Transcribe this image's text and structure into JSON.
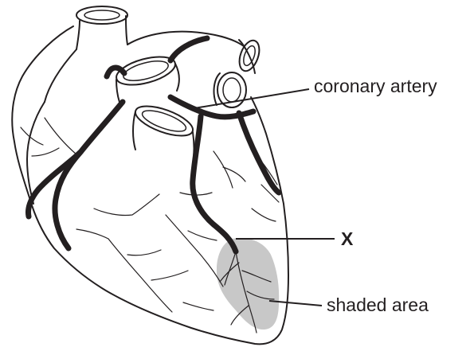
{
  "labels": {
    "coronary_artery": "coronary artery",
    "x": "X",
    "shaded_area": "shaded area"
  },
  "colors": {
    "ink": "#231f20",
    "shade": "#c8c8c8",
    "background": "#ffffff"
  }
}
